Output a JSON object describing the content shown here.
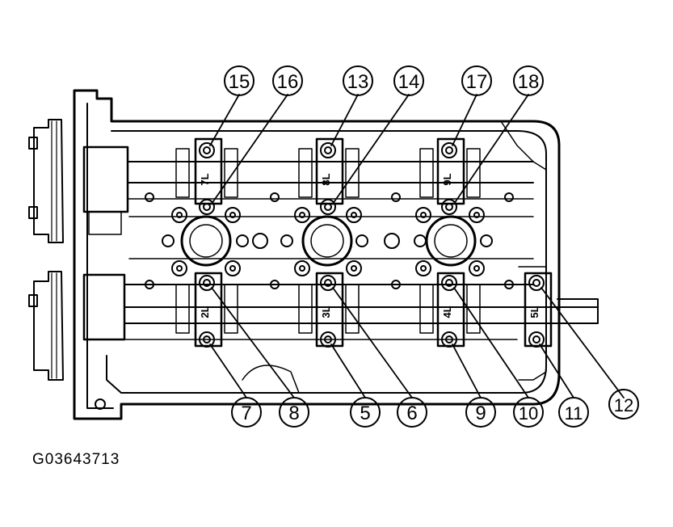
{
  "figure_code": "G03643713",
  "callouts": [
    {
      "number": "15",
      "target": "cap-7L-front-bolt"
    },
    {
      "number": "16",
      "target": "cap-7L-rear-bolt"
    },
    {
      "number": "13",
      "target": "cap-8L-front-bolt"
    },
    {
      "number": "14",
      "target": "cap-8L-rear-bolt"
    },
    {
      "number": "17",
      "target": "cap-9L-front-bolt"
    },
    {
      "number": "18",
      "target": "cap-9L-rear-bolt"
    },
    {
      "number": "7",
      "target": "cap-2L-lower-bolt"
    },
    {
      "number": "8",
      "target": "cap-2L-upper-bolt"
    },
    {
      "number": "5",
      "target": "cap-3L-lower-bolt"
    },
    {
      "number": "6",
      "target": "cap-3L-upper-bolt"
    },
    {
      "number": "9",
      "target": "cap-4L-lower-bolt"
    },
    {
      "number": "10",
      "target": "cap-4L-upper-bolt"
    },
    {
      "number": "11",
      "target": "cap-5L-lower-bolt"
    },
    {
      "number": "12",
      "target": "cap-5L-upper-bolt"
    }
  ],
  "cap_labels": [
    "7L",
    "8L",
    "9L",
    "2L",
    "3L",
    "4L",
    "5L"
  ]
}
